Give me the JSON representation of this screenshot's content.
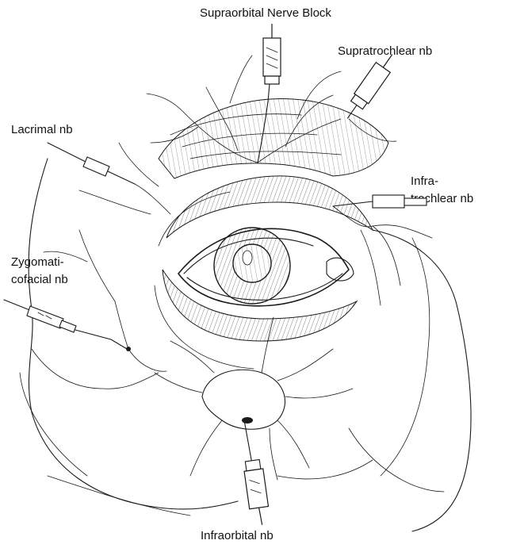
{
  "figure": {
    "labels": {
      "supraorbital": "Supraorbital Nerve Block",
      "supratrochlear": "Supratrochlear nb",
      "lacrimal": "Lacrimal nb",
      "infratrochlear_line1": "Infra-",
      "infratrochlear_line2": "trochlear nb",
      "zygomaticofacial_line1": "Zygomati-",
      "zygomaticofacial_line2": "cofacial nb",
      "infraorbital": "Infraorbital nb"
    }
  }
}
